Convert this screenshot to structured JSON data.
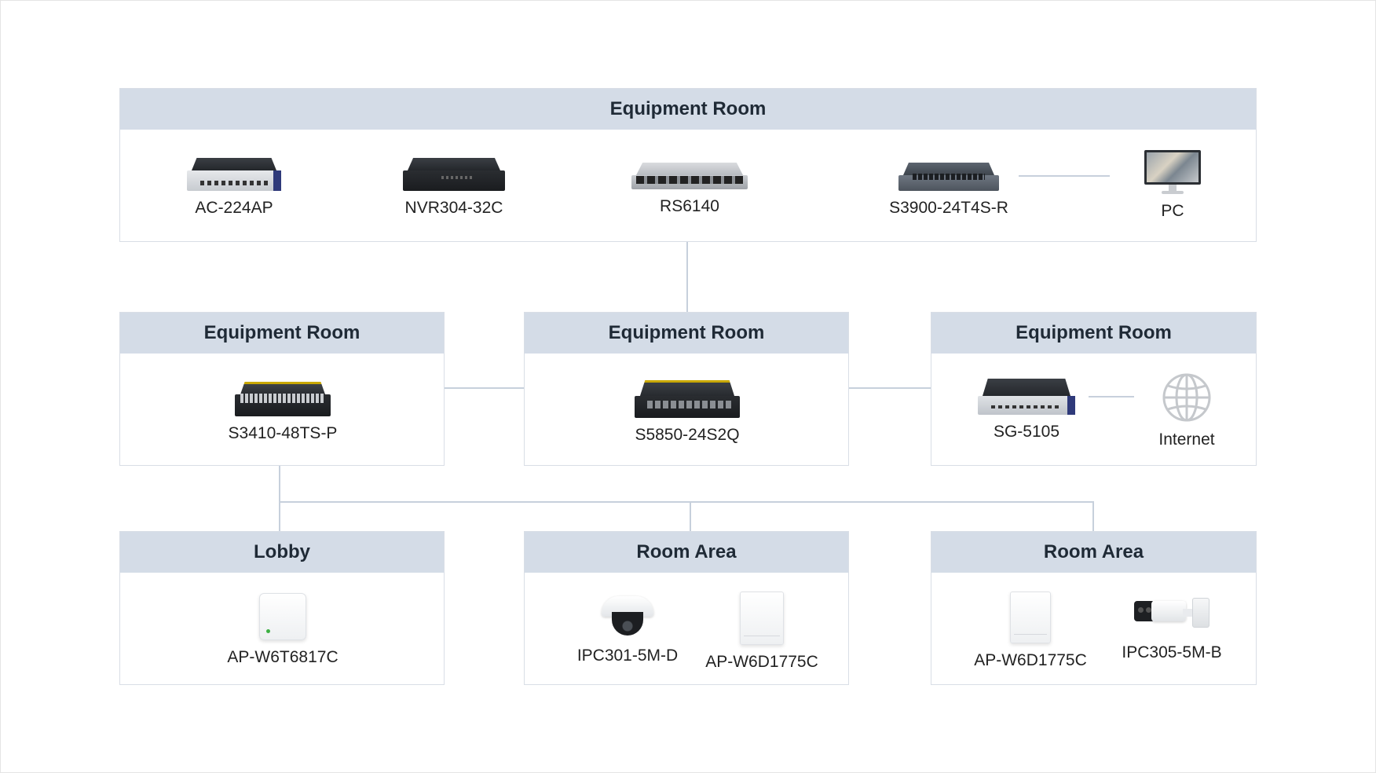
{
  "diagram": {
    "top_room": {
      "title": "Equipment Room",
      "devices": [
        "AC-224AP",
        "NVR304-32C",
        "RS6140",
        "S3900-24T4S-R",
        "PC"
      ]
    },
    "mid_left": {
      "title": "Equipment Room",
      "device": "S3410-48TS-P"
    },
    "mid_center": {
      "title": "Equipment Room",
      "device": "S5850-24S2Q"
    },
    "mid_right": {
      "title": "Equipment Room",
      "devices": [
        "SG-5105",
        "Internet"
      ]
    },
    "bottom_left": {
      "title": "Lobby",
      "device": "AP-W6T6817C"
    },
    "bottom_center": {
      "title": "Room Area",
      "devices": [
        "IPC301-5M-D",
        "AP-W6D1775C"
      ]
    },
    "bottom_right": {
      "title": "Room Area",
      "devices": [
        "AP-W6D1775C",
        "IPC305-5M-B"
      ]
    }
  }
}
